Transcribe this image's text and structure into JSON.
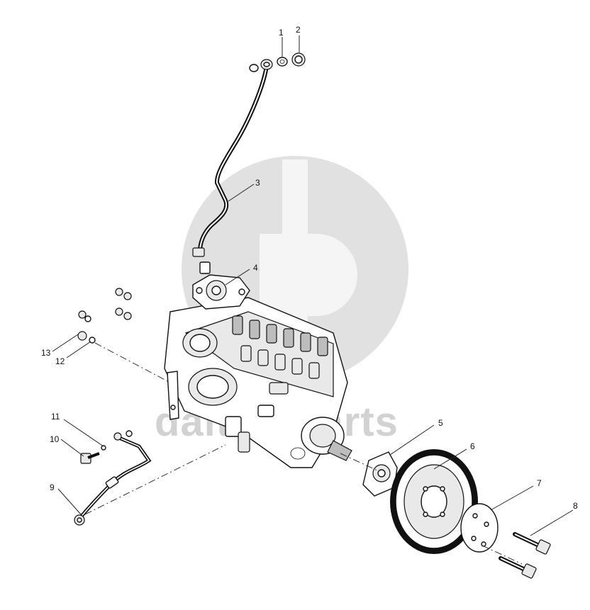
{
  "watermark": {
    "text": "dalton parts",
    "color": "#d2d2d2"
  },
  "callouts": [
    {
      "id": "c1",
      "label": "1"
    },
    {
      "id": "c2",
      "label": "2"
    },
    {
      "id": "c3",
      "label": "3"
    },
    {
      "id": "c4",
      "label": "4"
    },
    {
      "id": "c5",
      "label": "5"
    },
    {
      "id": "c6",
      "label": "6"
    },
    {
      "id": "c7",
      "label": "7"
    },
    {
      "id": "c8",
      "label": "8"
    },
    {
      "id": "c9",
      "label": "9"
    },
    {
      "id": "c10",
      "label": "10"
    },
    {
      "id": "c11",
      "label": "11"
    },
    {
      "id": "c12",
      "label": "12"
    },
    {
      "id": "c13",
      "label": "13"
    }
  ],
  "colors": {
    "line": "#111111",
    "watermark": "#d2d2d2",
    "shade": "#bdbdbd"
  }
}
